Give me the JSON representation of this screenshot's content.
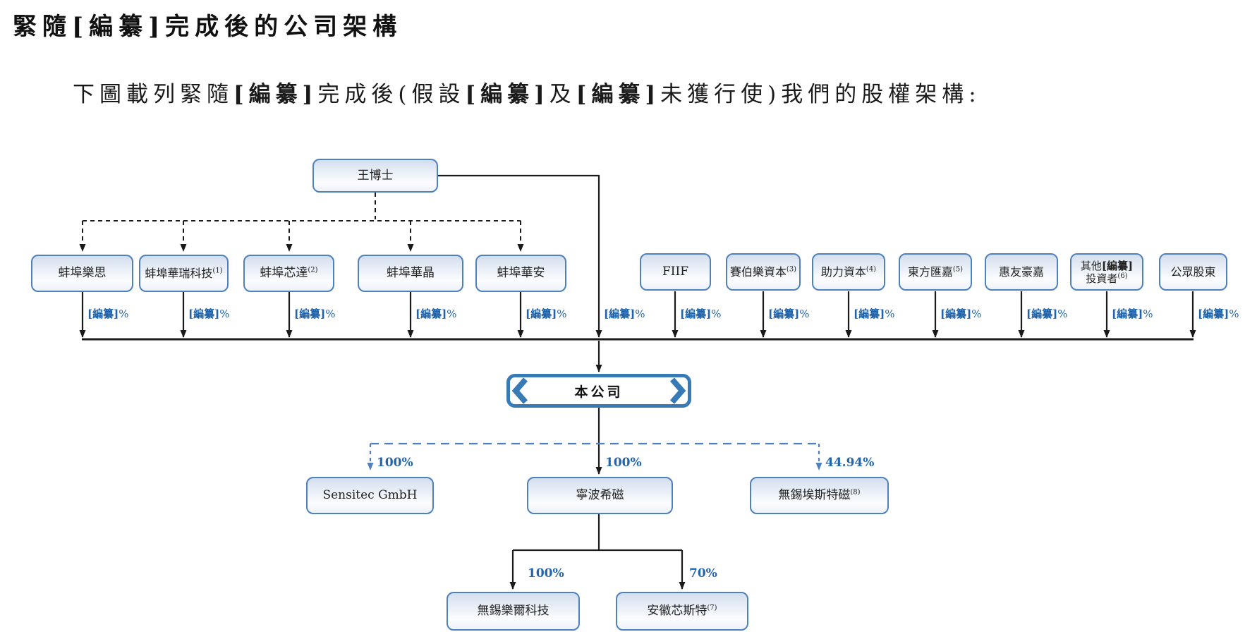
{
  "page": {
    "title": "緊隨[編纂]完成後的公司架構",
    "subtitle": {
      "s1": "下圖載列緊隨",
      "s2": "[編纂]",
      "s3": "完成後(假設",
      "s4": "[編纂]",
      "s5": "及",
      "s6": "[編纂]",
      "s7": "未獲行使)我們的股權架構:"
    }
  },
  "founder": {
    "label": "王博士",
    "pct_bold": "[編纂]",
    "pct_suffix": "%"
  },
  "company": {
    "label": "本公司"
  },
  "shareholders": [
    {
      "label": "蚌埠樂思",
      "pct_bold": "[編纂]",
      "pct_suffix": "%"
    },
    {
      "label": "蚌埠華瑞科技",
      "sup": "(1)",
      "pct_bold": "[編纂]",
      "pct_suffix": "%"
    },
    {
      "label": "蚌埠芯達",
      "sup": "(2)",
      "pct_bold": "[編纂]",
      "pct_suffix": "%"
    },
    {
      "label": "蚌埠華晶",
      "pct_bold": "[編纂]",
      "pct_suffix": "%"
    },
    {
      "label": "蚌埠華安",
      "pct_bold": "[編纂]",
      "pct_suffix": "%"
    },
    {
      "label": "FIIF",
      "pct_bold": "[編纂]",
      "pct_suffix": "%"
    },
    {
      "label": "賽伯樂資本",
      "sup": "(3)",
      "pct_bold": "[編纂]",
      "pct_suffix": "%"
    },
    {
      "label": "助力資本",
      "sup": "(4)",
      "pct_bold": "[編纂]",
      "pct_suffix": "%"
    },
    {
      "label": "東方匯嘉",
      "sup": "(5)",
      "pct_bold": "[編纂]",
      "pct_suffix": "%"
    },
    {
      "label": "惠友豪嘉",
      "pct_bold": "[編纂]",
      "pct_suffix": "%"
    },
    {
      "label_pre": "其他",
      "label_bold": "[編纂]",
      "label_line2": "投資者",
      "sup": "(6)",
      "pct_bold": "[編纂]",
      "pct_suffix": "%"
    },
    {
      "label": "公眾股東",
      "pct_bold": "[編纂]",
      "pct_suffix": "%"
    }
  ],
  "subsidiaries": [
    {
      "label": "Sensitec GmbH",
      "pct": "100%",
      "connector": "dashed-blue"
    },
    {
      "label": "寧波希磁",
      "pct": "100%",
      "connector": "solid"
    },
    {
      "label": "無錫埃斯特磁",
      "sup": "(8)",
      "pct": "44.94%",
      "connector": "dashed-blue"
    },
    {
      "label": "無錫樂爾科技",
      "pct": "100%",
      "connector": "solid"
    },
    {
      "label": "安徽芯斯特",
      "sup": "(7)",
      "pct": "70%",
      "connector": "solid"
    }
  ],
  "colors": {
    "box_border": "#4f81bd",
    "company_border": "#377ab5",
    "line_black": "#1a1a1a",
    "line_blue": "#4f81bd",
    "pct_blue": "#1f63ab"
  }
}
